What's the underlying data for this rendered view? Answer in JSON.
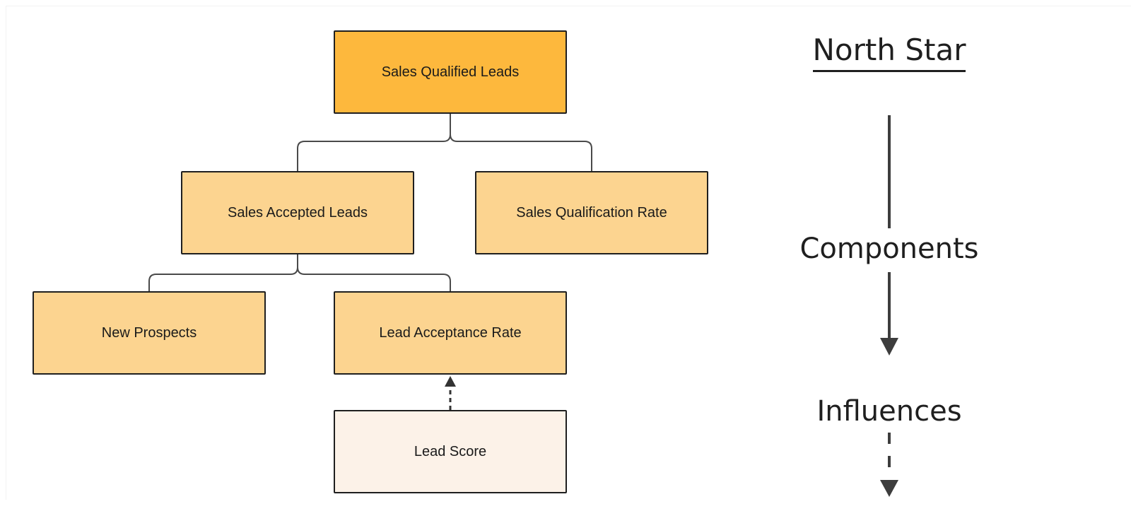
{
  "tree": {
    "nodes": [
      {
        "label": "Sales Qualified Leads",
        "type": "north-star"
      },
      {
        "label": "Sales Accepted Leads",
        "type": "component"
      },
      {
        "label": "Sales Qualification Rate",
        "type": "component"
      },
      {
        "label": "New Prospects",
        "type": "component"
      },
      {
        "label": "Lead Acceptance Rate",
        "type": "component"
      },
      {
        "label": "Lead Score",
        "type": "influence"
      }
    ]
  },
  "legend": {
    "title": "North Star",
    "levels": [
      {
        "label": "Components",
        "arrow": "solid-arrow"
      },
      {
        "label": "Influences",
        "arrow": "dashed-arrow"
      }
    ]
  },
  "colors": {
    "north_star_fill": "#FDB83D",
    "component_fill": "#FCD490",
    "influence_fill": "#FCF2E8",
    "node_border": "#1F1F1F",
    "connector_line": "#4A4A4A",
    "legend_arrow": "#3D3D3D",
    "text": "#1F1F1F",
    "background": "#FFFFFF"
  }
}
